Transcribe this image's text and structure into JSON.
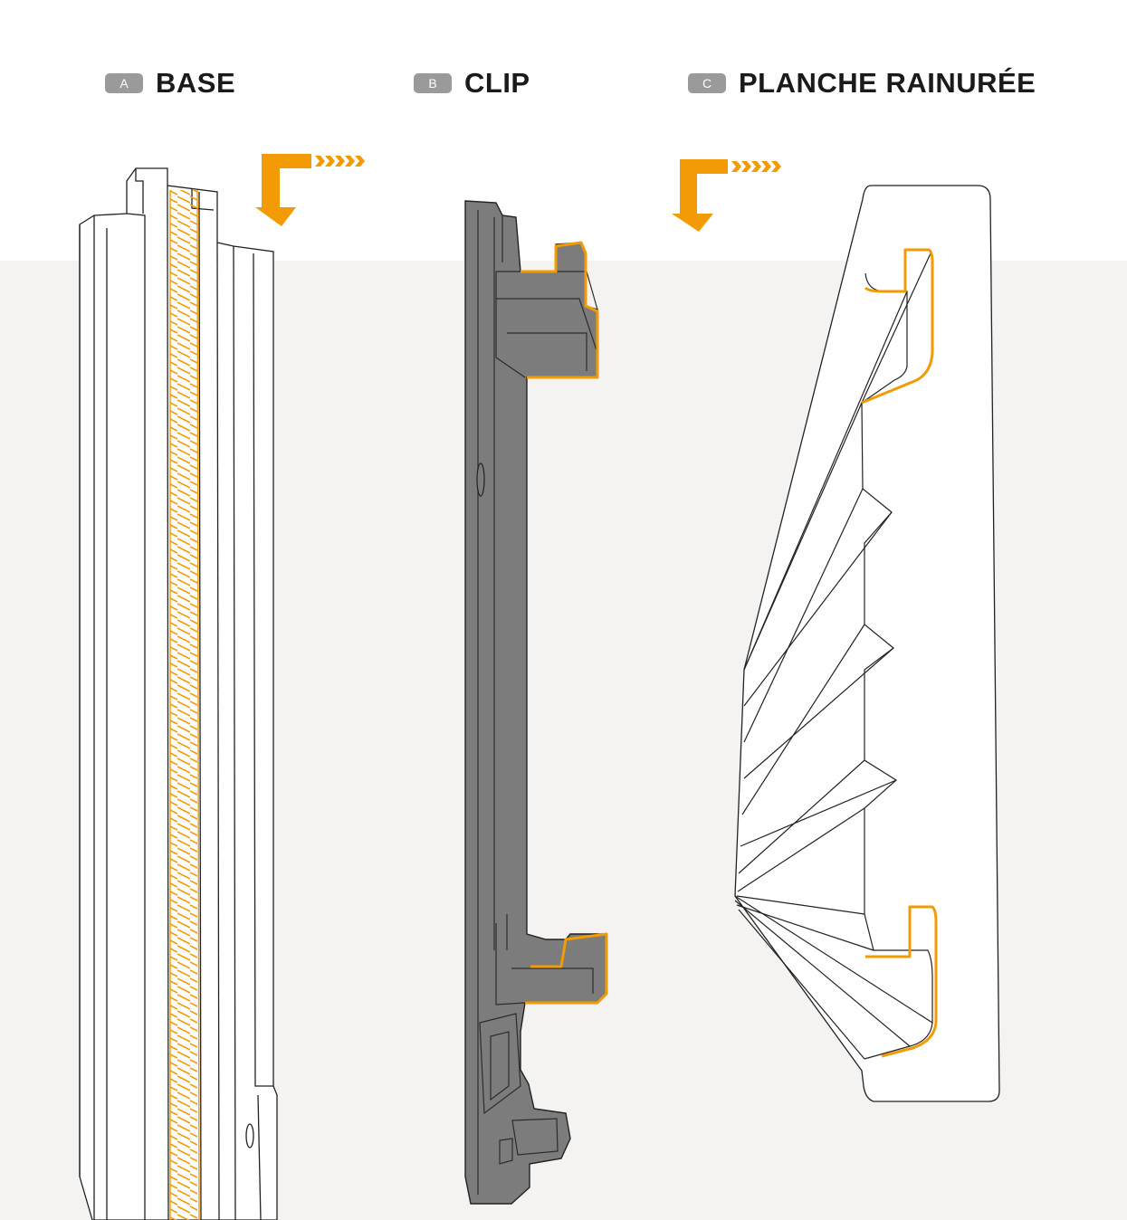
{
  "legend": [
    {
      "letter": "A",
      "label": "BASE"
    },
    {
      "letter": "B",
      "label": "CLIP"
    },
    {
      "letter": "C",
      "label": "PLANCHE RAINURÉE"
    }
  ],
  "colors": {
    "accent": "#f29b05",
    "clip": "#7c7c7c",
    "outline": "#222222",
    "band": "#f4f3f1",
    "badge": "#9a9a9a"
  },
  "icons": [
    "down-arrow-icon",
    "chevron-trail-icon"
  ]
}
